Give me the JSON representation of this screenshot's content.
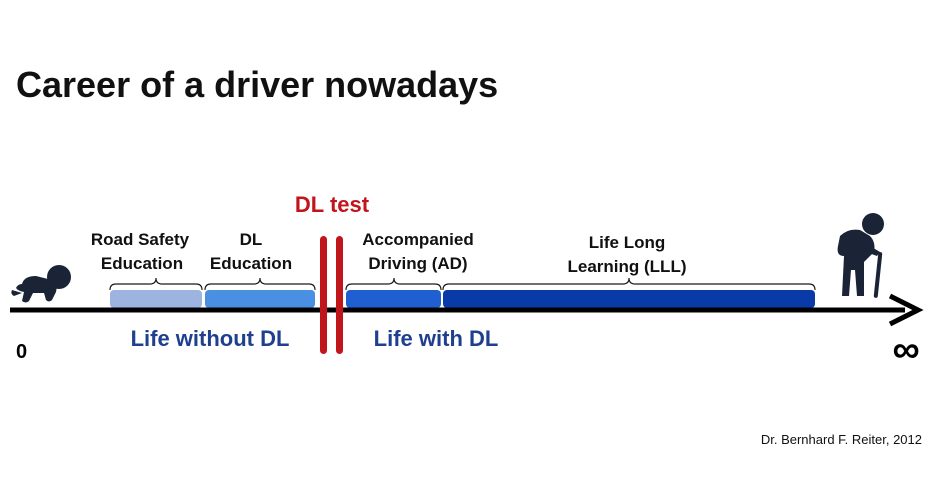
{
  "title": "Career of a driver nowadays",
  "dl_test": "DL test",
  "axis": {
    "start": "0",
    "end": "∞"
  },
  "phases": [
    {
      "line1": "Road Safety",
      "line2": "Education",
      "color": "#9db4e0"
    },
    {
      "line1": "DL",
      "line2": "Education",
      "color": "#4a90e2"
    },
    {
      "line1": "Accompanied",
      "line2": "Driving (AD)",
      "color": "#1f5fd1"
    },
    {
      "line1": "Life Long",
      "line2": "Learning (LLL)",
      "color": "#0a3aa8"
    }
  ],
  "life_without": "Life without DL",
  "life_with": "Life with DL",
  "credit": "Dr. Bernhard  F. Reiter, 2012",
  "colors": {
    "axis": "#000000",
    "accent_red": "#c0151b",
    "life_text": "#1f3f8f"
  },
  "icons": [
    "crawling-baby-icon",
    "elderly-person-with-cane-icon"
  ]
}
